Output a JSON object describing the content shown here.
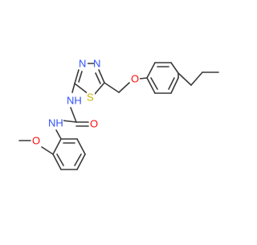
{
  "molecule": {
    "atoms": {
      "N_thiadiazole_1": "N",
      "N_thiadiazole_2": "N",
      "S_thiadiazole": "S",
      "O_ether": "O",
      "NH_urea_upper": "NH",
      "NH_urea_lower": "NH",
      "O_carbonyl": "O",
      "O_methoxy": "O"
    },
    "colors": {
      "N": "#3050F8",
      "S": "#C8B400",
      "O": "#FF0D0D",
      "bond": "#3a3a3a"
    }
  }
}
